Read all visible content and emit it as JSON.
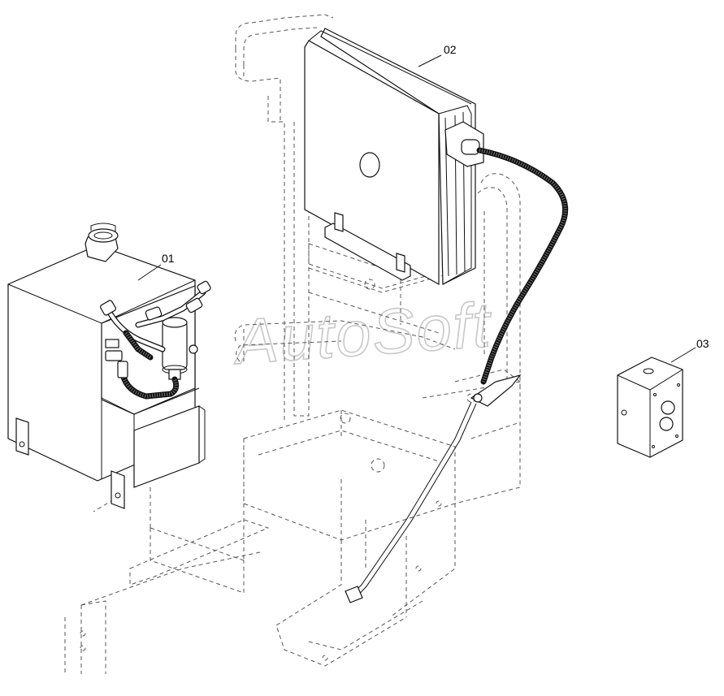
{
  "callouts": [
    {
      "id": "01",
      "label": "01"
    },
    {
      "id": "02",
      "label": "02"
    },
    {
      "id": "03",
      "label": "03"
    }
  ],
  "watermark": "AutoSoft"
}
